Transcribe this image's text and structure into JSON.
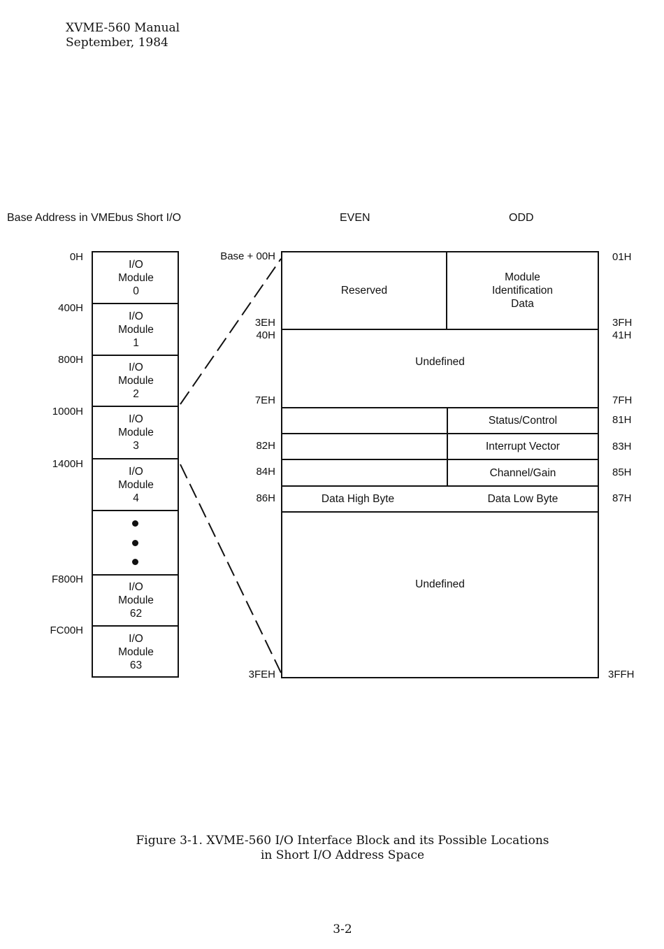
{
  "header": {
    "manual": "XVME-560 Manual",
    "date": "September, 1984"
  },
  "diagram": {
    "left_heading": "Base Address in VMEbus Short I/O",
    "even_heading": "EVEN",
    "odd_heading": "ODD",
    "module_addresses": [
      "0H",
      "400H",
      "800H",
      "1000H",
      "1400H",
      "F800H",
      "FC00H"
    ],
    "modules": [
      {
        "lines": [
          "I/O",
          "Module",
          "0"
        ]
      },
      {
        "lines": [
          "I/O",
          "Module",
          "1"
        ]
      },
      {
        "lines": [
          "I/O",
          "Module",
          "2"
        ]
      },
      {
        "lines": [
          "I/O",
          "Module",
          "3"
        ]
      },
      {
        "lines": [
          "I/O",
          "Module",
          "4"
        ]
      },
      {
        "lines": [
          "I/O",
          "Module",
          "62"
        ]
      },
      {
        "lines": [
          "I/O",
          "Module",
          "63"
        ]
      }
    ],
    "even_addresses": [
      "Base + 00H",
      "3EH",
      "40H",
      "7EH",
      "82H",
      "84H",
      "86H",
      "3FEH"
    ],
    "odd_addresses": [
      "01H",
      "3FH",
      "41H",
      "7FH",
      "81H",
      "83H",
      "85H",
      "87H",
      "3FFH"
    ],
    "cells": {
      "reserved": "Reserved",
      "module_id": [
        "Module",
        "Identification",
        "Data"
      ],
      "undefined_1": "Undefined",
      "status_control": "Status/Control",
      "interrupt_vector": "Interrupt Vector",
      "channel_gain": "Channel/Gain",
      "data_high": "Data High Byte",
      "data_low": "Data Low Byte",
      "undefined_2": "Undefined"
    }
  },
  "caption": {
    "line1": "Figure 3-1.  XVME-560 I/O Interface Block and its Possible Locations",
    "line2": "in Short I/O Address Space"
  },
  "page_number": "3-2"
}
